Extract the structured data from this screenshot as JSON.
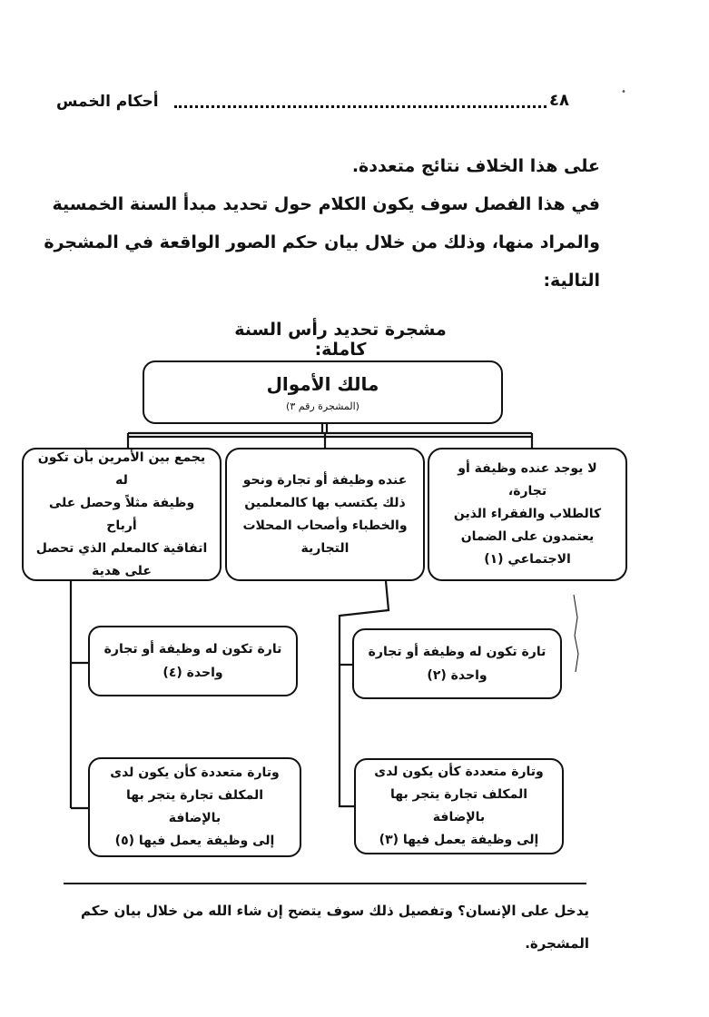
{
  "header": {
    "page_number": "٤٨",
    "title": "أحكام الخمس"
  },
  "body": {
    "lines": [
      "على هذا الخلاف نتائج متعددة.",
      "في هذا الفصل سوف يكون الكلام حول تحديد مبدأ السنة الخمسية",
      "والمراد منها، وذلك من خلال بيان حكم الصور الواقعة في المشجرة",
      "التالية:"
    ]
  },
  "tree": {
    "title": "مشجرة تحديد رأس السنة كاملة:",
    "root": {
      "label": "مالك الأموال",
      "sub": "(المشجرة رقم ٣)"
    },
    "categories": [
      {
        "lines": [
          "لا يوجد عنده وظيفة أو تجارة،",
          "كالطلاب والفقراء الذين",
          "يعتمدون على الضمان",
          "الاجتماعي (١)"
        ]
      },
      {
        "lines": [
          "عنده وظيفة أو تجارة ونحو",
          "ذلك يكتسب بها كالمعلمين",
          "والخطباء وأصحاب المحلات",
          "التجارية"
        ]
      },
      {
        "lines": [
          "يجمع بين الأمرين بأن تكون له",
          "وظيفة مثلاً وحصل على أرباح",
          "اتفاقية كالمعلم الذي تحصل",
          "على هدية"
        ]
      }
    ],
    "leaves": [
      {
        "lines": [
          "تارة تكون له وظيفة أو تجارة",
          "واحدة (٢)"
        ]
      },
      {
        "lines": [
          "تارة تكون له وظيفة أو تجارة",
          "واحدة (٤)"
        ]
      },
      {
        "lines": [
          "وتارة متعددة كأن يكون لدى",
          "المكلف تجارة يتجر بها بالإضافة",
          "إلى وظيفة يعمل فيها (٣)"
        ]
      },
      {
        "lines": [
          "وتارة متعددة كأن يكون لدى",
          "المكلف تجارة يتجر بها بالإضافة",
          "إلى وظيفة يعمل فيها (٥)"
        ]
      }
    ]
  },
  "footnote": {
    "lines": [
      "يدخل على الإنسان؟ وتفصيل ذلك سوف يتضح إن شاء الله من خلال بيان حكم",
      "المشجرة."
    ]
  }
}
